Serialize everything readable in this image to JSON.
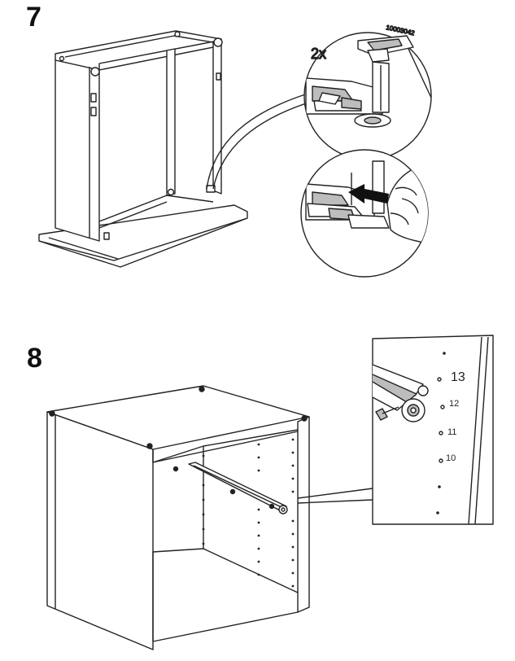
{
  "step_7": {
    "number": "7",
    "quantity": "2x",
    "part_number": "10003042"
  },
  "step_8": {
    "number": "8",
    "hole_labels": [
      "13",
      "12",
      "11",
      "10"
    ]
  },
  "colors": {
    "line": "#222222",
    "fill": "#ffffff",
    "gray": "#bdbdbd",
    "arrow": "#111111"
  }
}
